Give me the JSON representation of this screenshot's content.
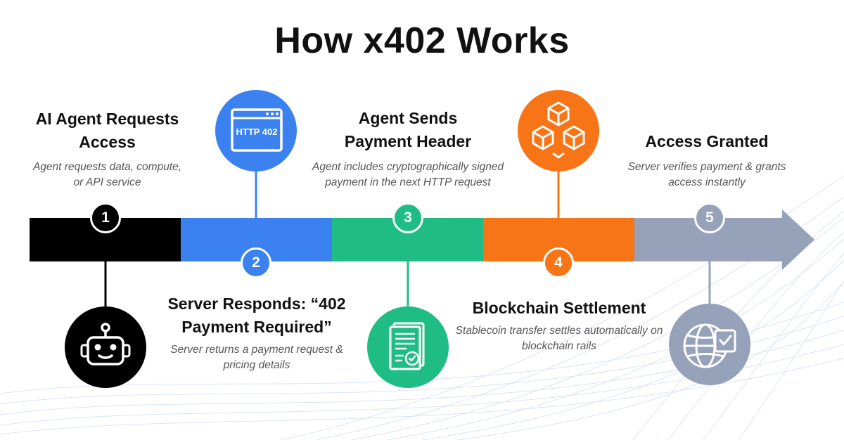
{
  "title": "How x402 Works",
  "colors": {
    "step1": "#000000",
    "step2": "#3b82f0",
    "step3": "#1fbd85",
    "step4": "#f77417",
    "step5": "#96a1ba"
  },
  "steps": [
    {
      "number": "1",
      "title": "AI Agent Requests Access",
      "description": "Agent requests data, compute, or API service",
      "icon": "robot-icon"
    },
    {
      "number": "2",
      "title": "Server Responds: “402 Payment Required”",
      "description": "Server returns a payment request & pricing details",
      "icon": "browser-window-icon",
      "icon_label": "HTTP 402"
    },
    {
      "number": "3",
      "title": "Agent Sends Payment Header",
      "description": "Agent includes cryptographically signed payment in the next HTTP request",
      "icon": "signed-document-icon"
    },
    {
      "number": "4",
      "title": "Blockchain Settlement",
      "description": "Stablecoin transfer settles automatically on blockchain rails",
      "icon": "blockchain-cubes-icon"
    },
    {
      "number": "5",
      "title": "Access Granted",
      "description": "Server verifies payment & grants access instantly",
      "icon": "globe-check-icon"
    }
  ]
}
